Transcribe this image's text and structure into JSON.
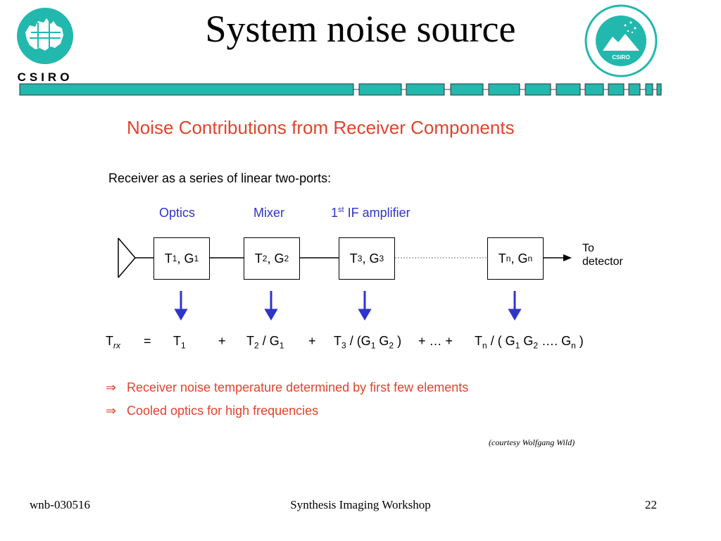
{
  "slide": {
    "title": "System noise source",
    "logo_left_text": "CSIRO",
    "logo_right_text": "CSIRO",
    "footer": {
      "left": "wnb-030516",
      "center": "Synthesis Imaging Workshop",
      "page": "22"
    }
  },
  "figure": {
    "heading": "Noise Contributions from Receiver Components",
    "subheading": "Receiver as a series of linear two-ports:",
    "stages": [
      "Optics",
      "Mixer",
      "IF amplifier"
    ],
    "stage3_prefix": "1",
    "stage3_sup": "st",
    "boxes": [
      {
        "t": "T",
        "ts": "1",
        "g": "G",
        "gs": "1"
      },
      {
        "t": "T",
        "ts": "2",
        "g": "G",
        "gs": "2"
      },
      {
        "t": "T",
        "ts": "3",
        "g": "G",
        "gs": "3"
      },
      {
        "t": "T",
        "ts": "n",
        "g": "G",
        "gs": "n"
      }
    ],
    "output_label_1": "To",
    "output_label_2": "detector",
    "equation": {
      "lhs": "T",
      "lhs_sub": "rx",
      "equals": "=",
      "term1": "T",
      "term1_sub": "1",
      "plus": "+",
      "term2_a": "T",
      "term2_a_sub": "2",
      "term2_b": " / G",
      "term2_b_sub": "1",
      "term3_a": "T",
      "term3_a_sub": "3",
      "term3_b": " / (G",
      "term3_b_sub": "1",
      "term3_c": " G",
      "term3_c_sub": "2",
      "term3_d": " )",
      "ellipsis": "+  …  +",
      "termn_a": "T",
      "termn_a_sub": "n",
      "termn_b": " / ( G",
      "termn_b_sub": "1",
      "termn_c": " G",
      "termn_c_sub": "2",
      "termn_d": " …. G",
      "termn_d_sub": "n",
      "termn_e": " )"
    },
    "bullets": [
      "Receiver noise temperature determined by first few elements",
      "Cooled optics for high frequencies"
    ],
    "bullet_symbol": "⇒",
    "courtesy": "(courtesy Wolfgang Wild)"
  },
  "colors": {
    "accent_teal": "#22b8ad",
    "heading_red": "#e0442c",
    "label_blue": "#2f34c9"
  }
}
